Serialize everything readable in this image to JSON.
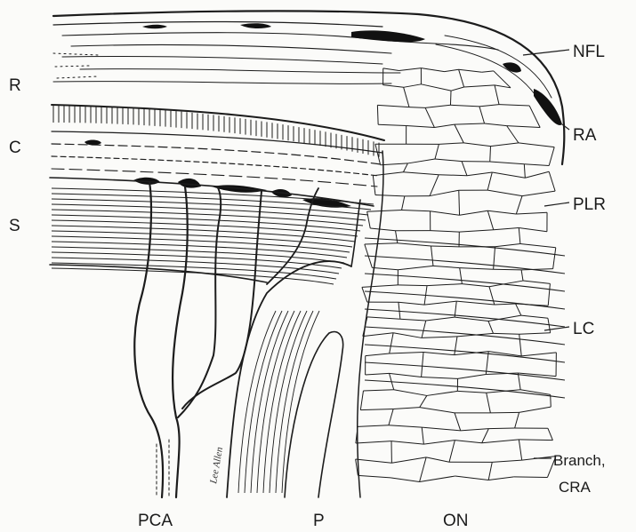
{
  "labels": {
    "retina": "R",
    "choroid": "C",
    "sclera": "S",
    "nerve_fiber_layer": "NFL",
    "retinal_artery": "RA",
    "prelaminar_region": "PLR",
    "lamina_cribrosa": "LC",
    "branch_cra_line1": "Branch,",
    "branch_cra_line2": "CRA",
    "posterior_ciliary_artery": "PCA",
    "pia": "P",
    "optic_nerve": "ON"
  },
  "signature": "Lee Allen"
}
